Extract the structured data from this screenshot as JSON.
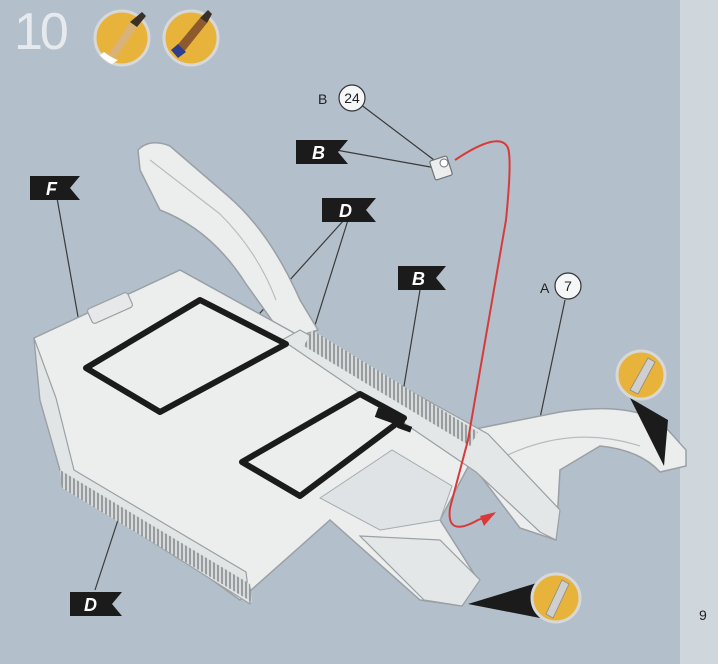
{
  "step": {
    "number": "10"
  },
  "paint_icons": [
    {
      "name": "glue-brush-icon"
    },
    {
      "name": "paint-brush-icon"
    }
  ],
  "part_refs": [
    {
      "sprue": "B",
      "number": "24"
    },
    {
      "sprue": "A",
      "number": "7"
    }
  ],
  "flags": [
    "F",
    "D",
    "B",
    "B",
    "D"
  ],
  "page": {
    "number": "9"
  },
  "colors": {
    "background": "#b3bfcb",
    "part_fill": "#eceeee",
    "flag": "#1b1b1b",
    "guide_line": "#d83a3a",
    "icon_badge": "#e8b33a"
  }
}
